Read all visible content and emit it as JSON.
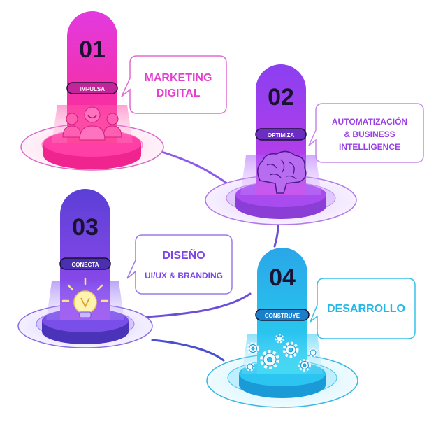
{
  "colors": {
    "pink": "#f0249a",
    "violet": "#9a3ef0",
    "purple": "#6a3fd9",
    "cyan": "#1cb8e8",
    "dark": "#1a1233"
  },
  "steps": [
    {
      "number": "01",
      "badge": "IMPULSA",
      "lines": [
        "MARKETING",
        "DIGITAL"
      ],
      "icon": "people-icon",
      "color": "#f0249a"
    },
    {
      "number": "02",
      "badge": "OPTIMIZA",
      "lines": [
        "AUTOMATIZACIÓN",
        "& BUSINESS",
        "INTELLIGENCE"
      ],
      "icon": "brain-icon",
      "color": "#9a3ef0"
    },
    {
      "number": "03",
      "badge": "CONECTA",
      "lines": [
        "DISEÑO",
        "UI/UX & BRANDING"
      ],
      "icon": "lightbulb-icon",
      "color": "#6a3fd9"
    },
    {
      "number": "04",
      "badge": "CONSTRUYE",
      "lines": [
        "DESARROLLO"
      ],
      "icon": "gears-icon",
      "color": "#1cb8e8"
    }
  ]
}
